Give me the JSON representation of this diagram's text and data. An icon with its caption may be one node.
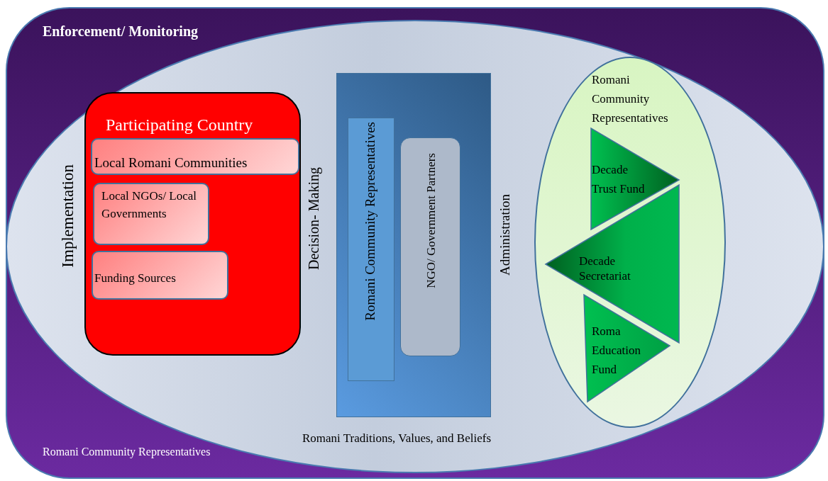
{
  "diagram": {
    "nodes": [
      {
        "text": [],
        "shape": "box"
      },
      {
        "text": [
          "Implementation",
          "Decision- Making",
          "Administration",
          "Romani Traditions, Values, and Beliefs"
        ],
        "in": 0
      },
      {
        "text": [
          "Participating Country"
        ],
        "in": 1
      },
      {
        "text": [
          "Local Romani Communities"
        ],
        "in": 2
      },
      {
        "text": [
          "Local NGOs/ Local Governments"
        ],
        "in": 2
      },
      {
        "text": [
          "Funding Sources"
        ],
        "in": 2
      },
      {
        "text": [],
        "shape": "box",
        "in": 1
      },
      {
        "text": [
          "Romani Community Representatives"
        ],
        "in": 6
      },
      {
        "text": [
          "NGO/ Government Partners"
        ],
        "in": 6
      },
      {
        "text": [
          "Romani Community Representatives"
        ],
        "in": 1
      },
      {
        "text": [
          "Decade Trust Fund"
        ],
        "in": 9
      },
      {
        "text": [
          "Decade Secretariat"
        ],
        "in": 9
      },
      {
        "text": [
          "Roma Education Fund"
        ],
        "in": 9
      }
    ],
    "labels": [
      "Enforcement/ Monitoring",
      "Romani Community Representatives"
    ]
  }
}
